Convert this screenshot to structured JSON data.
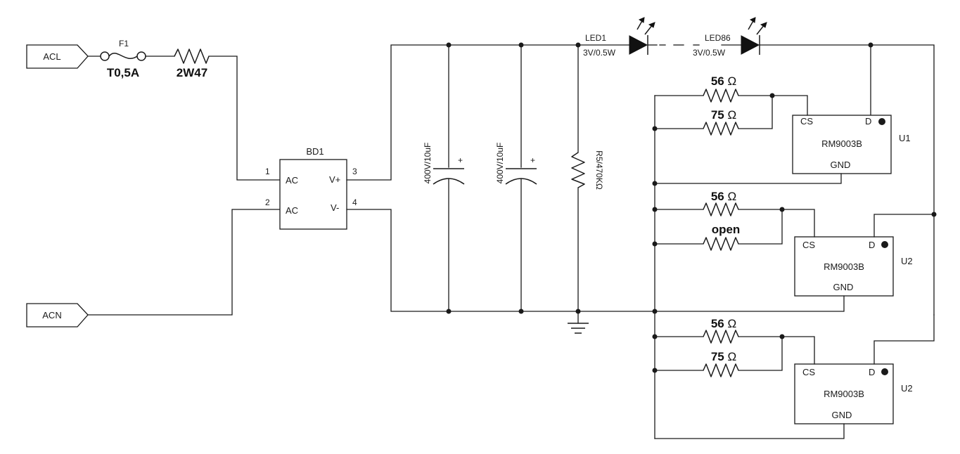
{
  "ports": {
    "acl": "ACL",
    "acn": "ACN"
  },
  "fuse": {
    "ref": "F1",
    "value": "T0,5A"
  },
  "input_resistor": {
    "value": "2W47"
  },
  "bridge": {
    "ref": "BD1",
    "pin1": "1",
    "pin2": "2",
    "pin3": "3",
    "pin4": "4",
    "ac1": "AC",
    "ac2": "AC",
    "vplus": "V+",
    "vminus": "V-"
  },
  "capacitors": [
    {
      "value": "400V/10uF",
      "polarity": "+"
    },
    {
      "value": "400V/10uF",
      "polarity": "+"
    }
  ],
  "bleeder": {
    "label": "R5/470KΩ"
  },
  "leds": [
    {
      "ref": "LED1",
      "rating": "3V/0.5W"
    },
    {
      "ref": "LED86",
      "rating": "3V/0.5W"
    }
  ],
  "omega": "Ω",
  "drivers": [
    {
      "ref": "U1",
      "chip": "RM9003B",
      "cs": "CS",
      "d": "D",
      "gnd": "GND",
      "r_top": "56",
      "r_bottom": "75"
    },
    {
      "ref": "U2",
      "chip": "RM9003B",
      "cs": "CS",
      "d": "D",
      "gnd": "GND",
      "r_top": "56",
      "r_bottom": "open"
    },
    {
      "ref": "U2",
      "chip": "RM9003B",
      "cs": "CS",
      "d": "D",
      "gnd": "GND",
      "r_top": "56",
      "r_bottom": "75"
    }
  ]
}
